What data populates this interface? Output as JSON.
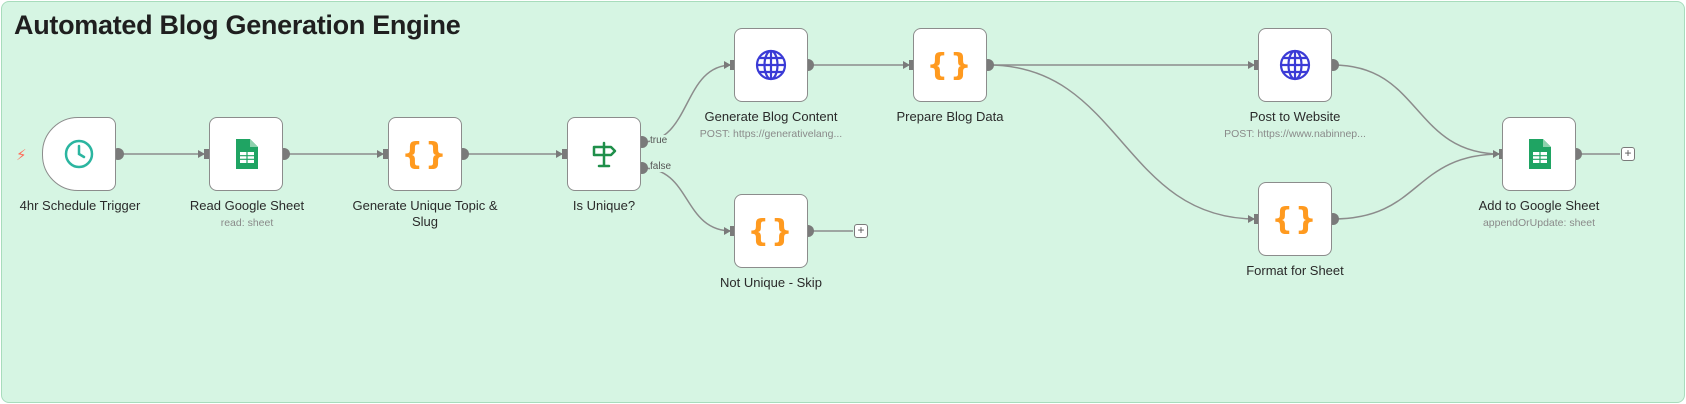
{
  "workflow": {
    "title": "Automated Blog Generation Engine"
  },
  "nodes": {
    "schedule": {
      "label": "4hr Schedule Trigger",
      "icon": "clock-icon"
    },
    "read_sheet": {
      "label": "Read Google Sheet",
      "sub": "read: sheet",
      "icon": "google-sheets-icon"
    },
    "gen_topic": {
      "label": "Generate Unique Topic & Slug",
      "icon": "code-braces-icon"
    },
    "is_unique": {
      "label": "Is Unique?",
      "icon": "signpost-icon",
      "true_label": "true",
      "false_label": "false"
    },
    "gen_content": {
      "label": "Generate Blog Content",
      "sub": "POST: https://generativelang...",
      "icon": "globe-icon"
    },
    "prepare": {
      "label": "Prepare Blog Data",
      "icon": "code-braces-icon"
    },
    "post_site": {
      "label": "Post to Website",
      "sub": "POST: https://www.nabinnep...",
      "icon": "globe-icon"
    },
    "format_sheet": {
      "label": "Format for Sheet",
      "icon": "code-braces-icon"
    },
    "add_sheet": {
      "label": "Add to Google Sheet",
      "sub": "appendOrUpdate: sheet",
      "icon": "google-sheets-icon"
    },
    "skip": {
      "label": "Not Unique - Skip",
      "icon": "code-braces-icon"
    }
  },
  "colors": {
    "canvas": "#d6f5e3",
    "edge": "#8c8c8c",
    "clock": "#2bb5a0",
    "code": "#ff9a1f",
    "globe": "#3b3bd6",
    "sheets": "#1fa463",
    "signpost": "#1f8f4a",
    "trigger_bolt": "#ff6d5a"
  }
}
